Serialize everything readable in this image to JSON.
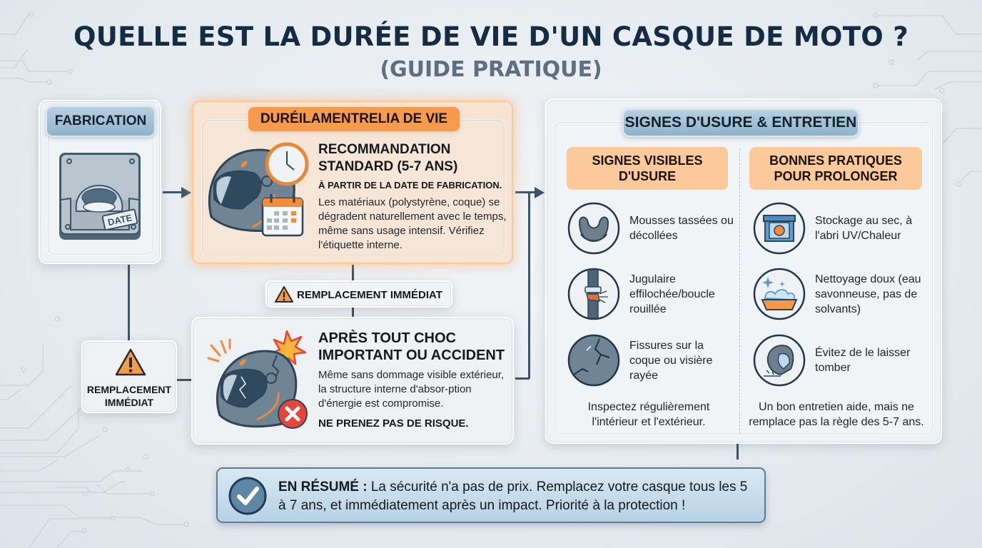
{
  "header": {
    "title": "QUELLE EST LA DURÉE DE VIE D'UN CASQUE DE MOTO ?",
    "subtitle": "(GUIDE PRATIQUE)"
  },
  "fabrication": {
    "label": "FABRICATION",
    "icon": "helmet-mold-icon",
    "stamp": "DATE"
  },
  "duree": {
    "label": "DURÉILAMENTRELIA DE VIE",
    "icon": "helmet-clock-calendar-icon",
    "title_line1": "RECOMMANDATION",
    "title_line2": "STANDARD (5-7 ANS)",
    "subtitle": "À PARTIR DE LA DATE DE FABRICATION.",
    "body": "Les matériaux (polystyrène, coque) se dégradent naturellement avec le temps, même sans usage intensif. Vérifiez l'étiquette interne."
  },
  "replacement_mid": {
    "icon": "warning-icon",
    "label": "REMPLACEMENT IMMÉDIAT"
  },
  "replacement_left": {
    "icon": "warning-icon",
    "line1": "REMPLACEMENT",
    "line2": "IMMÉDIAT"
  },
  "choc": {
    "icon": "cracked-helmet-icon",
    "title_line1": "APRÈS TOUT CHOC",
    "title_line2": "IMPORTANT OU ACCIDENT",
    "body": "Même sans dommage visible extérieur, la structure interne d'absor-ption d'énergie est compromise.",
    "warning": "NE PRENEZ PAS DE RISQUE."
  },
  "signes": {
    "label": "SIGNES D'USURE & ENTRETIEN",
    "left": {
      "heading_line1": "SIGNES VISIBLES",
      "heading_line2": "D'USURE",
      "items": [
        {
          "icon": "worn-foam-icon",
          "text": "Mousses tassées ou décollées"
        },
        {
          "icon": "frayed-strap-icon",
          "text": "Jugulaire effilochée/boucle rouillée"
        },
        {
          "icon": "cracked-shell-icon",
          "text": "Fissures sur la coque ou visière rayée"
        }
      ],
      "footer": "Inspectez régulièrement l'intérieur et l'extérieur."
    },
    "right": {
      "heading_line1": "BONNES PRATIQUES",
      "heading_line2": "POUR PROLONGER",
      "items": [
        {
          "icon": "storage-box-icon",
          "text": "Stockage au sec, à l'abri UV/Chaleur"
        },
        {
          "icon": "soap-basin-icon",
          "text": "Nettoyage doux (eau savonneuse, pas de solvants)"
        },
        {
          "icon": "dropping-helmet-icon",
          "text": "Évitez de le laisser tomber"
        }
      ],
      "footer": "Un bon entretien aide, mais ne remplace pas la règle des 5-7 ans."
    }
  },
  "summary": {
    "icon": "check-icon",
    "label": "EN RÉSUMÉ :",
    "text": "La sécurité n'a pas de prix. Remplacez votre casque tous les 5 à 7 ans, et immédiatement après un impact. Priorité à la protection !"
  },
  "colors": {
    "title": "#142d45",
    "subtitle": "#5d6f80",
    "orange_accent": "#f69a4d",
    "peach_heading": "#fbc99a",
    "blue_pill": "#8fb2ca",
    "connector": "#3c5569",
    "error_red": "#e8453a"
  }
}
